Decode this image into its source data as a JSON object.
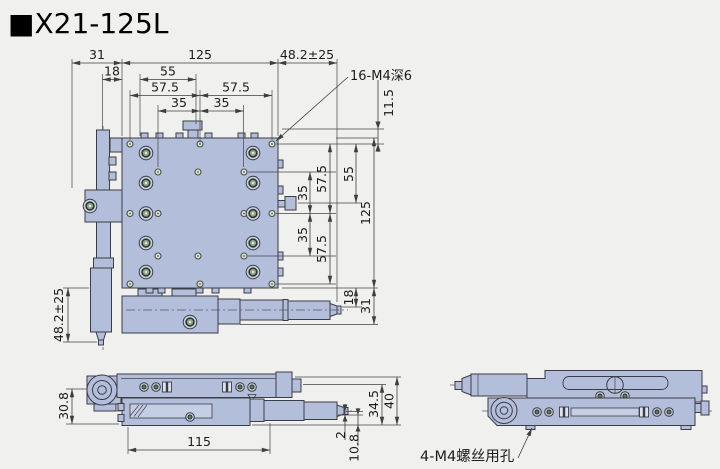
{
  "title": "■X21-125L",
  "plan_view": {
    "top_dims": [
      "31",
      "125",
      "48.2±25",
      "18",
      "55",
      "57.5",
      "57.5",
      "35",
      "35"
    ],
    "right_dims": [
      "11.5",
      "55",
      "57.5",
      "35",
      "35",
      "57.5",
      "125",
      "18",
      "31"
    ],
    "left_dim": "48.2±25",
    "thread_note": "16-M4深6"
  },
  "front_view": {
    "dims": [
      "30.8",
      "115",
      "34.5",
      "40",
      "2",
      "10.8"
    ]
  },
  "side_view": {
    "screw_note": "4-M4螺丝用孔"
  },
  "colors": {
    "background": "#f0f0ee",
    "body_fill": "#b3bedb",
    "outline": "#3c3c46",
    "dim_line": "#3f3f3f"
  }
}
